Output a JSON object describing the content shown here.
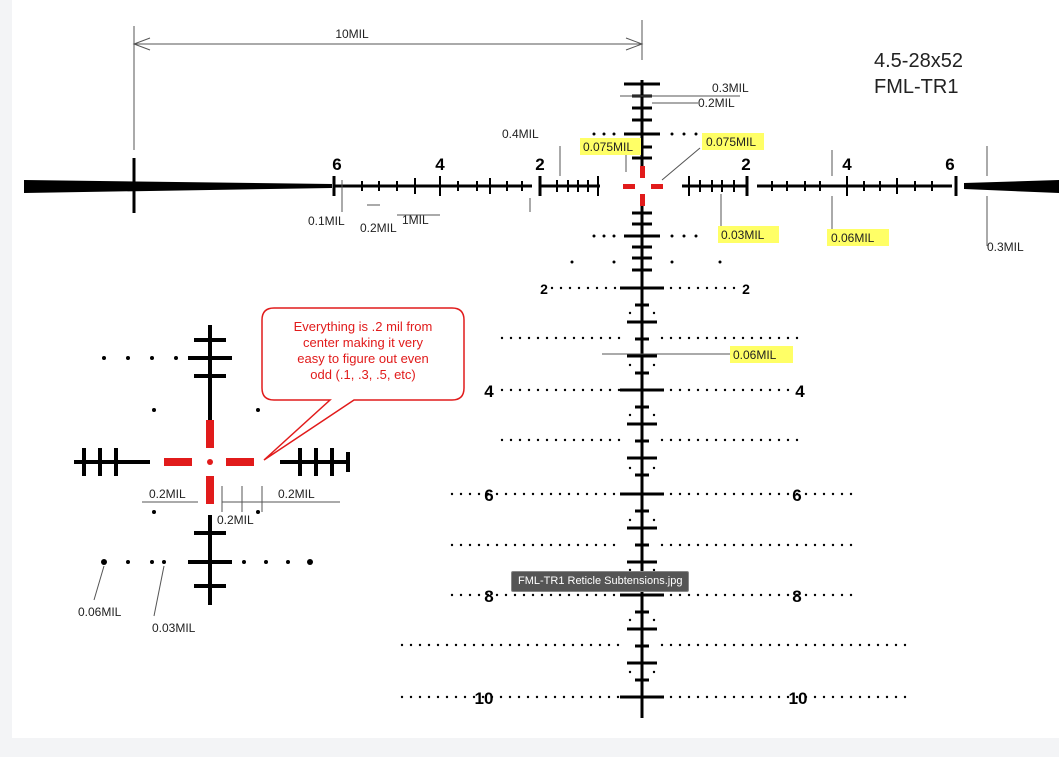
{
  "title": {
    "line1": "4.5-28x52",
    "line2": "FML-TR1"
  },
  "dimensions": {
    "top_span": "10MIL",
    "tick_03": "0.3MIL",
    "tick_02": "0.2MIL",
    "mil_04": "0.4MIL",
    "center_gap_left": "0.075MIL",
    "center_gap_right": "0.075MIL",
    "sub_01": "0.1MIL",
    "sub_02": "0.2MIL",
    "one_mil": "1MIL",
    "dot_003": "0.03MIL",
    "dot_006": "0.06MIL",
    "post_03": "0.3MIL",
    "vert_006": "0.06MIL"
  },
  "horizontal_numbers": {
    "left_6": "6",
    "left_4": "4",
    "left_2": "2",
    "right_2": "2",
    "right_4": "4",
    "right_6": "6"
  },
  "vertical_numbers": {
    "r2_left": "2",
    "r2_right": "2",
    "r4_left": "4",
    "r4_right": "4",
    "r6_left": "6",
    "r6_right": "6",
    "r8_left": "8",
    "r8_right": "8",
    "r10_left": "10",
    "r10_right": "10"
  },
  "callout": {
    "lines": [
      "Everything is .2 mil from",
      "center making it very",
      "easy to figure out even",
      "odd (.1, .3, .5, etc)"
    ]
  },
  "inset": {
    "left_02": "0.2MIL",
    "mid_02": "0.2MIL",
    "right_02": "0.2MIL",
    "dot_006": "0.06MIL",
    "dot_003": "0.03MIL"
  },
  "tooltip": "FML-TR1 Reticle Subtensions.jpg",
  "colors": {
    "highlight": "#ffff66",
    "center_red": "#e11b1b",
    "reticle": "#000000"
  }
}
